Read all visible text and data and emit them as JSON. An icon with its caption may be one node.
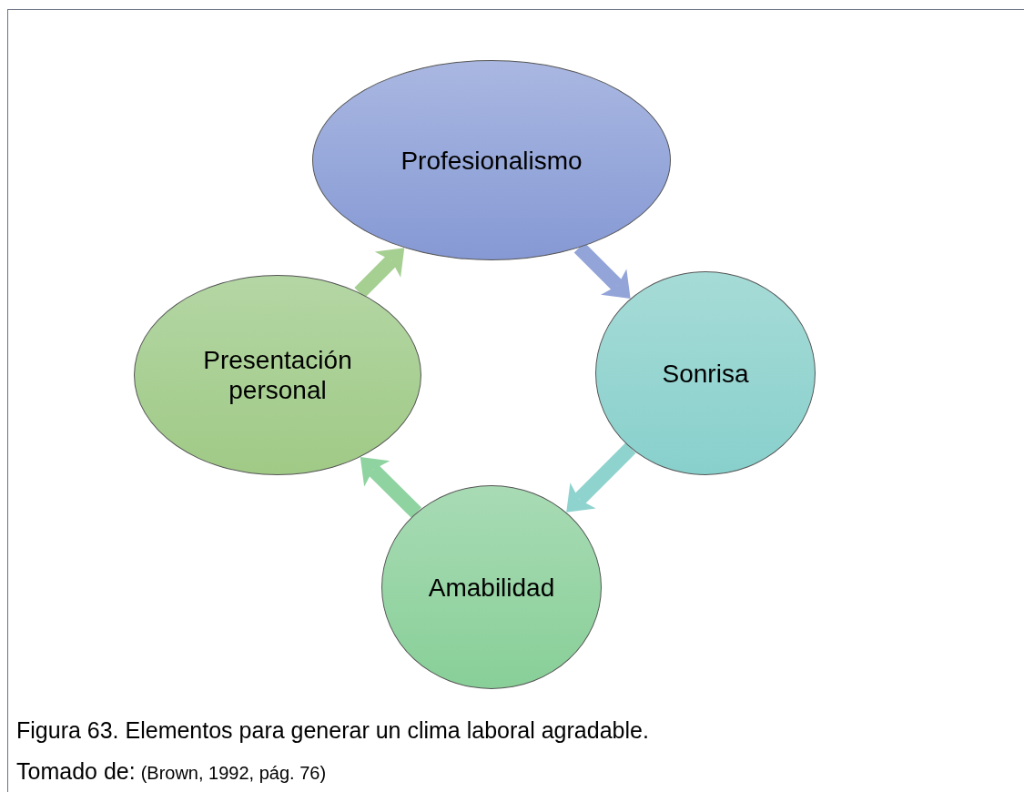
{
  "diagram": {
    "caption": "Figura 63. Elementos para generar un clima laboral agradable.",
    "nodes": [
      {
        "text": [
          "Profesionalismo"
        ]
      },
      {
        "text": [
          "Sonrisa"
        ]
      },
      {
        "text": [
          "Amabilidad"
        ]
      },
      {
        "text": [
          "Presentación personal"
        ]
      }
    ],
    "edges": [
      {
        "from": 0,
        "to": 1,
        "arrow": "to",
        "color": "#93a4d8"
      },
      {
        "from": 1,
        "to": 2,
        "arrow": "to",
        "color": "#8fd3cf"
      },
      {
        "from": 2,
        "to": 3,
        "arrow": "to",
        "color": "#8fd3a0"
      },
      {
        "from": 3,
        "to": 0,
        "arrow": "to",
        "color": "#a6cf92"
      }
    ],
    "labels": [
      "Tomado de:",
      "(Brown, 1992, pág. 76)"
    ]
  }
}
